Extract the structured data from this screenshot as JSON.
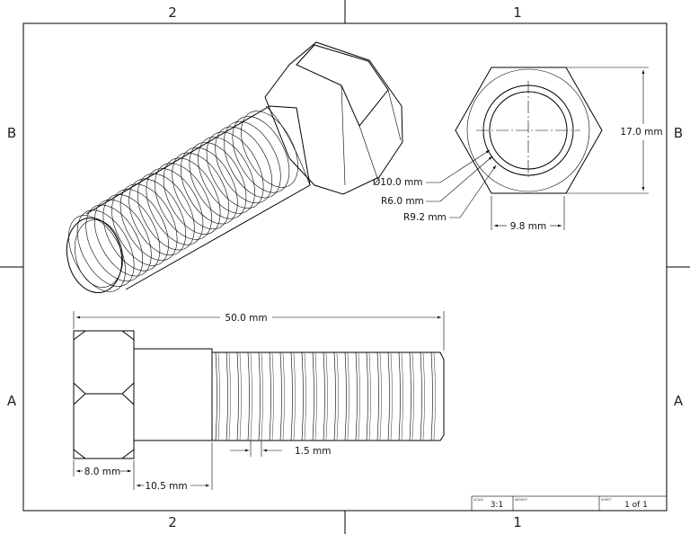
{
  "zones": {
    "top_left": "2",
    "top_right": "1",
    "bottom_left": "2",
    "bottom_right": "1",
    "left_top": "B",
    "left_bottom": "A",
    "right_top": "B",
    "right_bottom": "A"
  },
  "dimensions": {
    "overall_length": "50.0 mm",
    "head_height": "8.0 mm",
    "shank_length": "10.5 mm",
    "thread_pitch": "1.5 mm",
    "across_flats": "17.0 mm",
    "hole_diameter": "Ø10.0 mm",
    "inner_radius": "R6.0 mm",
    "outer_radius": "R9.2 mm",
    "face_width": "9.8 mm"
  },
  "title_block": {
    "scale_label": "SCALE",
    "scale_value": "3:1",
    "weight_label": "WEIGHT",
    "weight_value": "",
    "sheet_label": "SHEET",
    "sheet_value": "1 of 1"
  }
}
